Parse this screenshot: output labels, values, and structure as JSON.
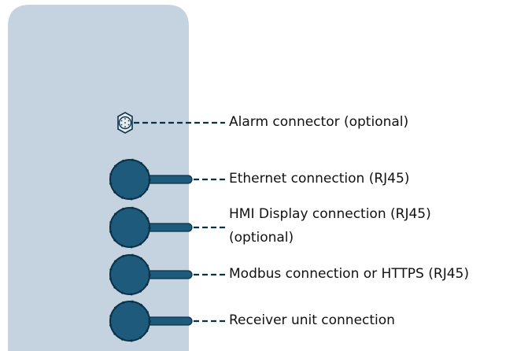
{
  "colors": {
    "panel": "#c5d3e0",
    "connector_fill": "#1e5a7b",
    "connector_stroke": "#0b3147",
    "dash": "#0b3147",
    "text": "#111111"
  },
  "connectors": [
    {
      "id": "alarm",
      "icon": "hex-connector-icon",
      "label": "Alarm connector (optional)"
    },
    {
      "id": "ethernet",
      "icon": "round-port-icon",
      "label": "Ethernet connection (RJ45)"
    },
    {
      "id": "hmi",
      "icon": "round-port-icon",
      "label_line1": "HMI Display connection (RJ45)",
      "label_line2": "(optional)"
    },
    {
      "id": "modbus",
      "icon": "round-port-icon",
      "label": "Modbus connection or HTTPS (RJ45)"
    },
    {
      "id": "receiver",
      "icon": "round-port-icon",
      "label": "Receiver unit connection"
    }
  ]
}
